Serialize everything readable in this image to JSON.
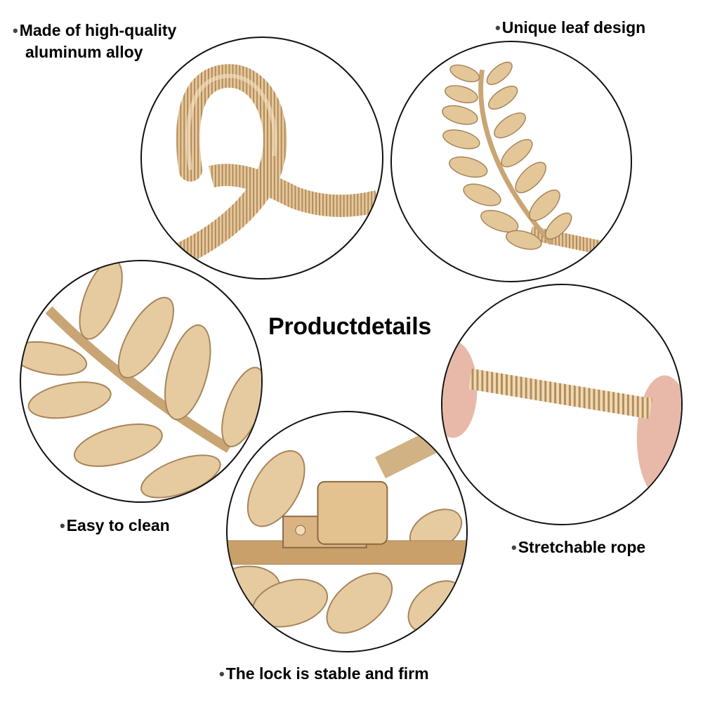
{
  "title": "Productdetails",
  "bullet_glyph": "•",
  "features": {
    "alloy": {
      "line1": "Made of high-quality",
      "line2": "aluminum alloy"
    },
    "leaf": "Unique leaf design",
    "clean": "Easy to clean",
    "rope": "Stretchable rope",
    "lock": "The lock is stable  and firm"
  },
  "colors": {
    "gold": "#d9b98a",
    "gold_dark": "#a8845a",
    "gold_light": "#f3e3c5",
    "skin": "#e8b9a8"
  }
}
